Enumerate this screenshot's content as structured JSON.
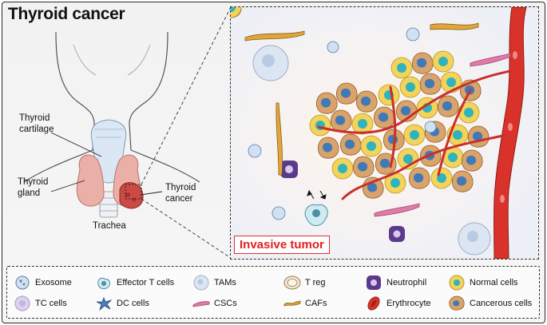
{
  "title": "Thyroid cancer",
  "anatomy_labels": {
    "thyroid_cartilage": "Thyroid\ncartilage",
    "thyroid_gland": "Thyroid\ngland",
    "trachea": "Trachea",
    "thyroid_cancer": "Thyroid\ncancer"
  },
  "invasive_label": "Invasive tumor",
  "legend": [
    {
      "icon": "exosome-icon",
      "label": "Exosome"
    },
    {
      "icon": "effector-t-cell-icon",
      "label": "Effector T cells"
    },
    {
      "icon": "tam-icon",
      "label": "TAMs"
    },
    {
      "icon": "t-reg-icon",
      "label": "T reg"
    },
    {
      "icon": "neutrophil-icon",
      "label": "Neutrophil"
    },
    {
      "icon": "normal-cell-icon",
      "label": "Normal cells"
    },
    {
      "icon": "tc-cell-icon",
      "label": "TC cells"
    },
    {
      "icon": "dc-cell-icon",
      "label": "DC cells"
    },
    {
      "icon": "csc-icon",
      "label": "CSCs"
    },
    {
      "icon": "caf-icon",
      "label": "CAFs"
    },
    {
      "icon": "erythrocyte-icon",
      "label": "Erythrocyte"
    },
    {
      "icon": "cancerous-cell-icon",
      "label": "Cancerous cells"
    }
  ],
  "colors": {
    "vessel": "#d9322a",
    "cancer_cell": "#c9935a",
    "normal_cell": "#f2cf4a",
    "neutrophil": "#5b3a8c",
    "thyroid": "#e8a9a2",
    "tumor_highlight": "#cc3a3a"
  }
}
